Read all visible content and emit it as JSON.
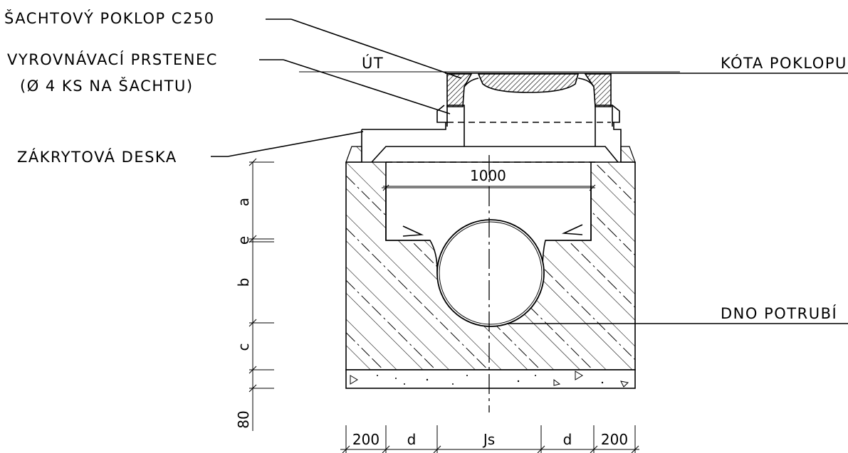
{
  "labels": {
    "manhole_cover": "ŠACHTOVÝ POKLOP C250",
    "leveling_ring_line1": "VYROVNÁVACÍ PRSTENEC",
    "leveling_ring_line2": "(Ø 4 KS NA ŠACHTU)",
    "cover_slab": "ZÁKRYTOVÁ DESKA",
    "terrain_level": "ÚT",
    "cover_elevation": "KÓTA POKLOPU",
    "pipe_bottom": "DNO POTRUBÍ"
  },
  "dimensions": {
    "inner_width": "1000",
    "vertical": [
      "a",
      "e",
      "b",
      "c",
      "80"
    ],
    "horizontal": [
      "200",
      "d",
      "Js",
      "d",
      "200"
    ]
  }
}
